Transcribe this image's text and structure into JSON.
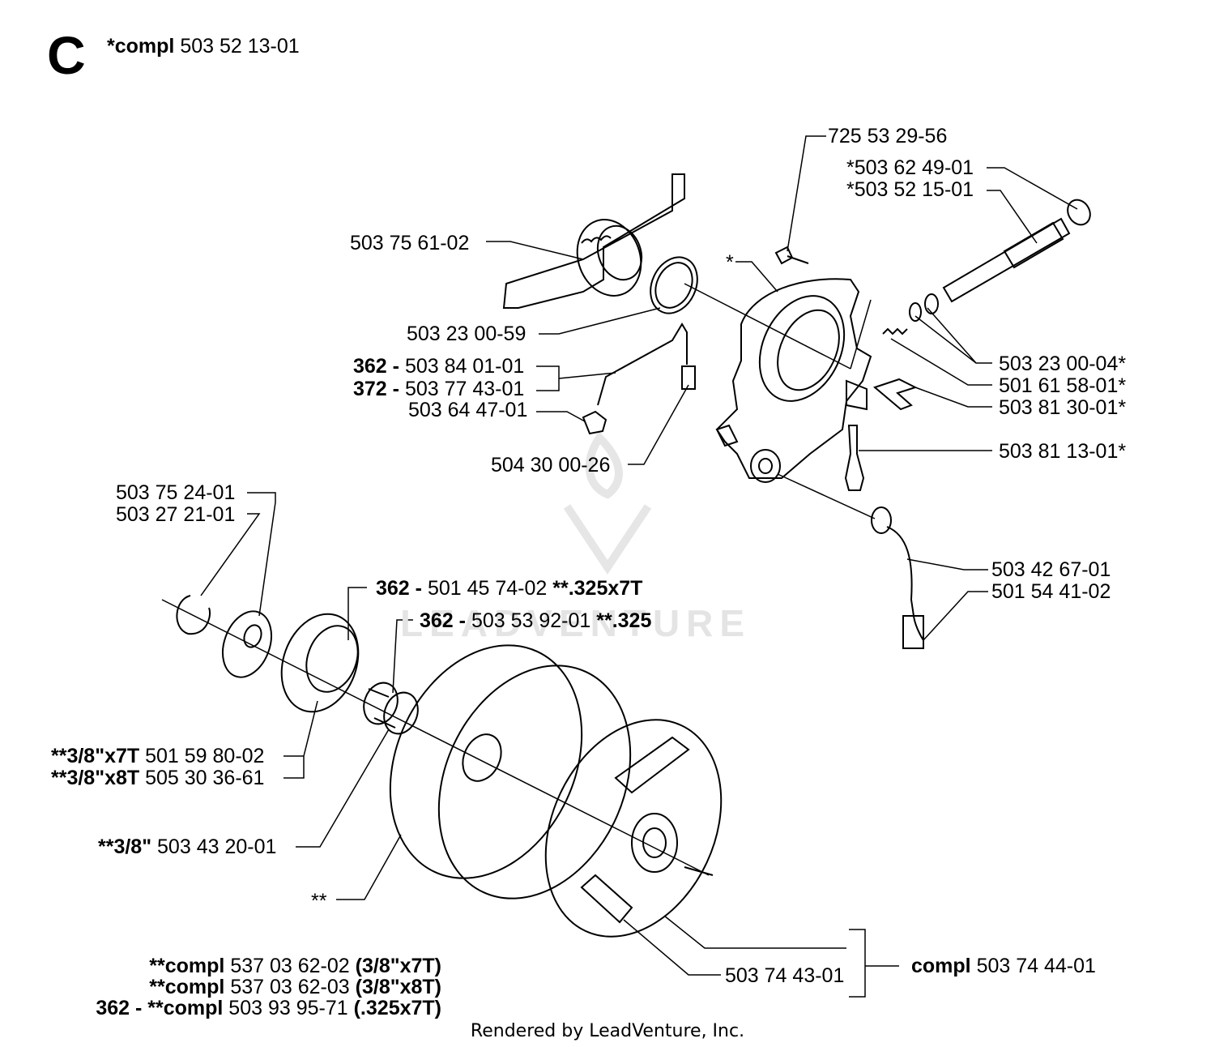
{
  "header": {
    "section_letter": "C",
    "assembly_prefix": "*compl",
    "assembly_number": "503 52 13-01"
  },
  "callouts": {
    "c1": {
      "text": "725 53 29-56"
    },
    "c2": {
      "text": "*503 62 49-01"
    },
    "c3": {
      "text": "*503 52 15-01"
    },
    "c4": {
      "text": "503 75 61-02"
    },
    "c5": {
      "text": "*"
    },
    "c6": {
      "text": "503 23 00-59"
    },
    "c7": {
      "prefix": "362 -",
      "text": "503 84 01-01"
    },
    "c8": {
      "prefix": "372 -",
      "text": "503 77 43-01"
    },
    "c9": {
      "text": "503 64 47-01"
    },
    "c10": {
      "text": "503 23 00-04*"
    },
    "c11": {
      "text": "501 61 58-01*"
    },
    "c12": {
      "text": "503 81 30-01*"
    },
    "c13": {
      "text": "503 81 13-01*"
    },
    "c14": {
      "text": "504 30 00-26"
    },
    "c15": {
      "text": "503 75 24-01"
    },
    "c16": {
      "text": "503 27 21-01"
    },
    "c17": {
      "text": "503 42 67-01"
    },
    "c18": {
      "text": "501 54 41-02"
    },
    "c19": {
      "prefix": "362 -",
      "text": "501 45 74-02",
      "suffix": "**.325x7T"
    },
    "c20": {
      "prefix": "362 -",
      "text": "503 53 92-01",
      "suffix": "**.325"
    },
    "c21": {
      "prefix": "**3/8\"x7T",
      "text": "501 59 80-02"
    },
    "c22": {
      "prefix": "**3/8\"x8T",
      "text": "505 30 36-61"
    },
    "c23": {
      "prefix": "**3/8\"",
      "text": "503 43 20-01"
    },
    "c24": {
      "text": "**"
    },
    "c25": {
      "text": "503 74 43-01"
    },
    "c26": {
      "prefix": "compl",
      "text": "503 74 44-01"
    }
  },
  "kits": [
    {
      "lead": "",
      "prefix": "**compl",
      "text": "537 03 62-02",
      "suffix": "(3/8\"x7T)"
    },
    {
      "lead": "",
      "prefix": "**compl",
      "text": "537 03 62-03",
      "suffix": "(3/8\"x8T)"
    },
    {
      "lead": "362 -",
      "prefix": "**compl",
      "text": "503 93 95-71",
      "suffix": "(.325x7T)"
    }
  ],
  "watermark": "LEADVENTURE",
  "footer": "Rendered by LeadVenture, Inc."
}
